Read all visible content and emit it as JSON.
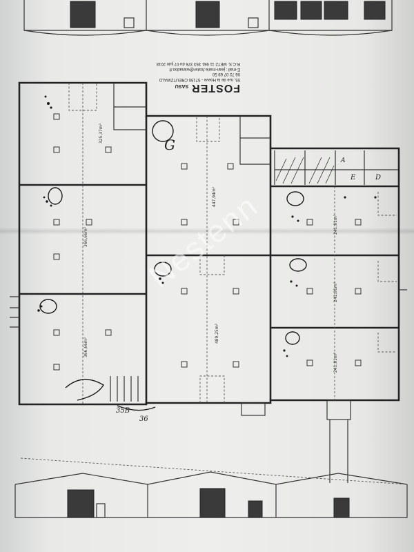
{
  "stamp": {
    "company": "FOSTER",
    "company_suffix": "SASU",
    "address": "55, rue de la Hoeve - 57150 CREUTZWALD",
    "phone": "06 72 07 69 50",
    "email": "E-mail : jean-marie.foster@wanadoo.fr",
    "registration": "R.C.S. METZ 11 961 353 376 du 07 juin 2018"
  },
  "watermark": "Nestenn",
  "areas": {
    "a1": "325,37m²",
    "a2": "366,66m²",
    "a3": "366,66m²",
    "a4": "447,94m²",
    "a5": "489,25m²",
    "a6": "241,91m²",
    "a7": "241,91m²",
    "a8": "241,91m²"
  },
  "handwritten": {
    "mark_g": "G",
    "mark_a": "A",
    "mark_e": "E",
    "mark_d": "D",
    "dim_1": "35B",
    "dim_2": "36"
  }
}
